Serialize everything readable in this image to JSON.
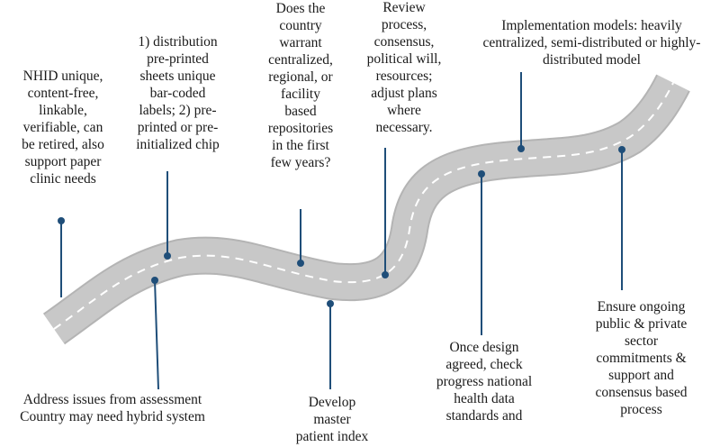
{
  "labels": {
    "nhid": "NHID unique,\ncontent-free,\nlinkable,\nverifiable, can\nbe retired, also\nsupport paper\nclinic needs",
    "distribution": "1) distribution\npre-printed\nsheets unique\nbar-coded\nlabels; 2) pre-\nprinted or pre-\ninitialized chip",
    "repositories": "Does the\ncountry\nwarrant\ncentralized,\nregional, or\nfacility\nbased\nrepositories\nin the first\nfew years?",
    "review": "Review\nprocess,\nconsensus,\npolitical will,\nresources;\nadjust plans\nwhere\nnecessary.",
    "implementation": "Implementation models: heavily\ncentralized, semi-distributed or highly-\ndistributed model",
    "address": "Address issues from assessment\nCountry may need hybrid system",
    "master_index": "Develop\nmaster\npatient index",
    "design_agreed": "Once design\nagreed, check\nprogress national\nhealth data\nstandards and",
    "ongoing": "Ensure ongoing\npublic & private\nsector\ncommitments &\nsupport and\nconsensus based\nprocess"
  },
  "colors": {
    "road": "#c8c8c8",
    "road_edge": "#b4b4b4",
    "lane": "#ffffff",
    "pin": "#1f4e79"
  }
}
